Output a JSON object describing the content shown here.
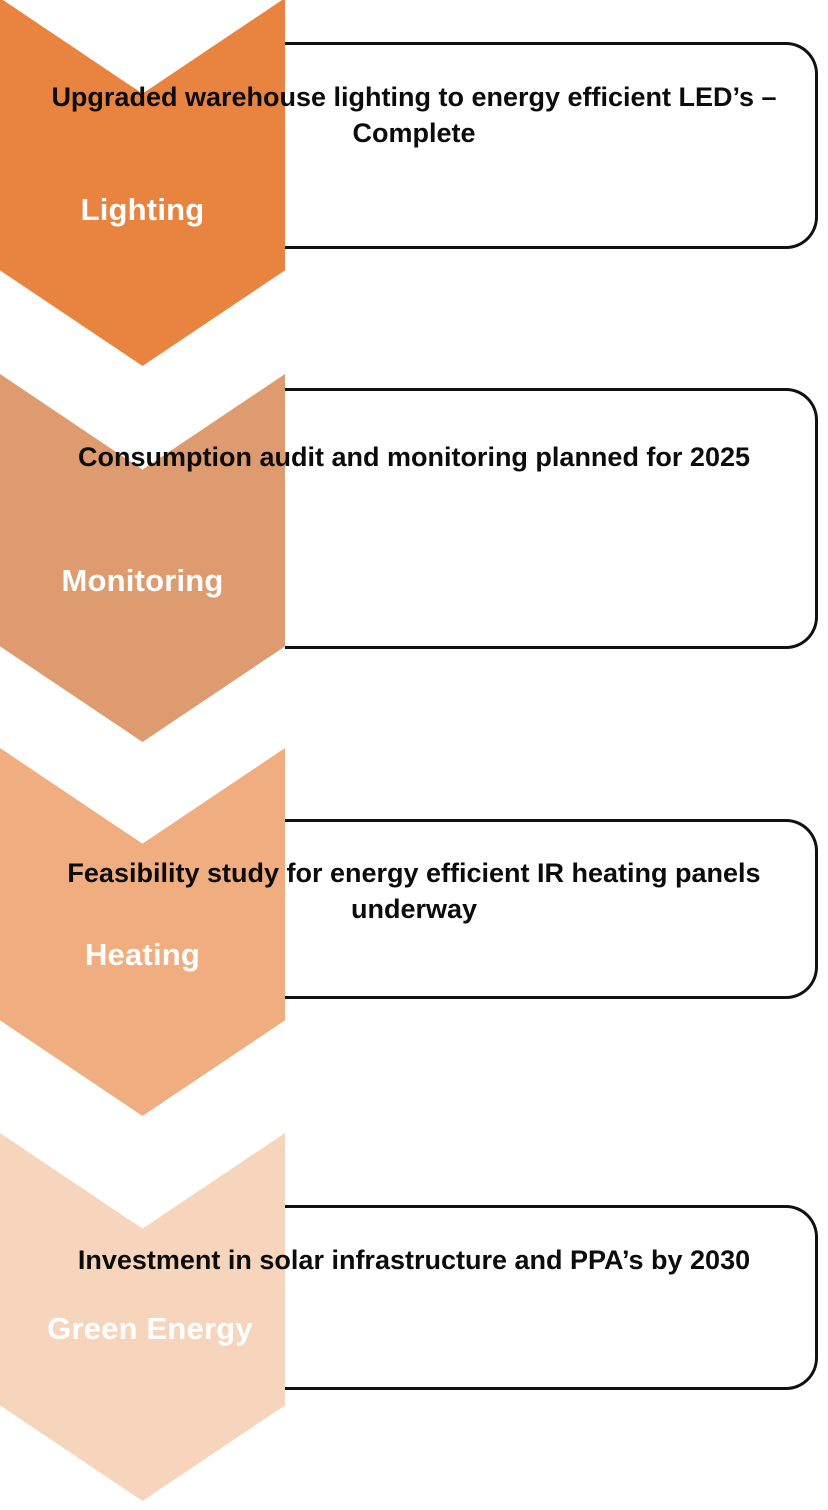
{
  "diagram": {
    "title": "Energy efficiency roadmap chevron diagram",
    "background_color": "#ffffff",
    "border_color": "#111111",
    "steps": [
      {
        "label": "Lighting",
        "color": "#E8843F",
        "description": "Upgraded warehouse lighting to energy efficient LED’s – Complete"
      },
      {
        "label": "Monitoring",
        "color": "#DE9B70",
        "description": "Consumption audit and monitoring planned for 2025"
      },
      {
        "label": "Heating",
        "color": "#F0AE80",
        "description": "Feasibility study for energy efficient IR heating panels underway"
      },
      {
        "label": "Green Energy",
        "color": "#F7D5BC",
        "description": "Investment in solar infrastructure and PPA’s by 2030"
      }
    ]
  }
}
